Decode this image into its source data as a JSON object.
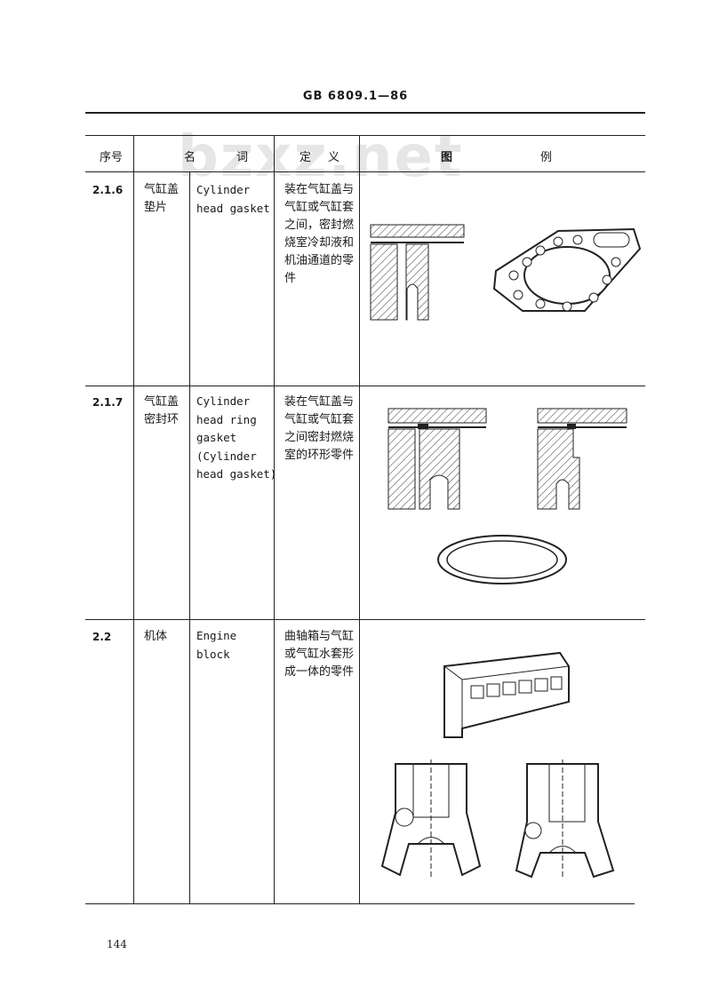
{
  "header": {
    "standard": "GB 6809.1—86"
  },
  "watermark": "bzxz.net",
  "columns": {
    "no": "序号",
    "name_a": "名",
    "name_b": "词",
    "def_a": "定",
    "def_b": "义",
    "fig_a": "图",
    "fig_b": "例"
  },
  "rows": [
    {
      "no": "2.1.6",
      "zh": "气缸盖垫片",
      "en": "Cylinder\nhead gasket",
      "def": "装在气缸盖与气缸或气缸套之间，密封燃烧室冷却液和机油通道的零件"
    },
    {
      "no": "2.1.7",
      "zh": "气缸盖密封环",
      "en": "Cylinder\nhead ring\ngasket\n (Cylinder\nhead gasket)",
      "def": "装在气缸盖与气缸或气缸套之间密封燃烧室的环形零件"
    },
    {
      "no": "2.2",
      "zh": "机体",
      "en": "Engine\nblock",
      "def": "曲轴箱与气缸或气缸水套形成一体的零件"
    }
  ],
  "page_number": "144"
}
